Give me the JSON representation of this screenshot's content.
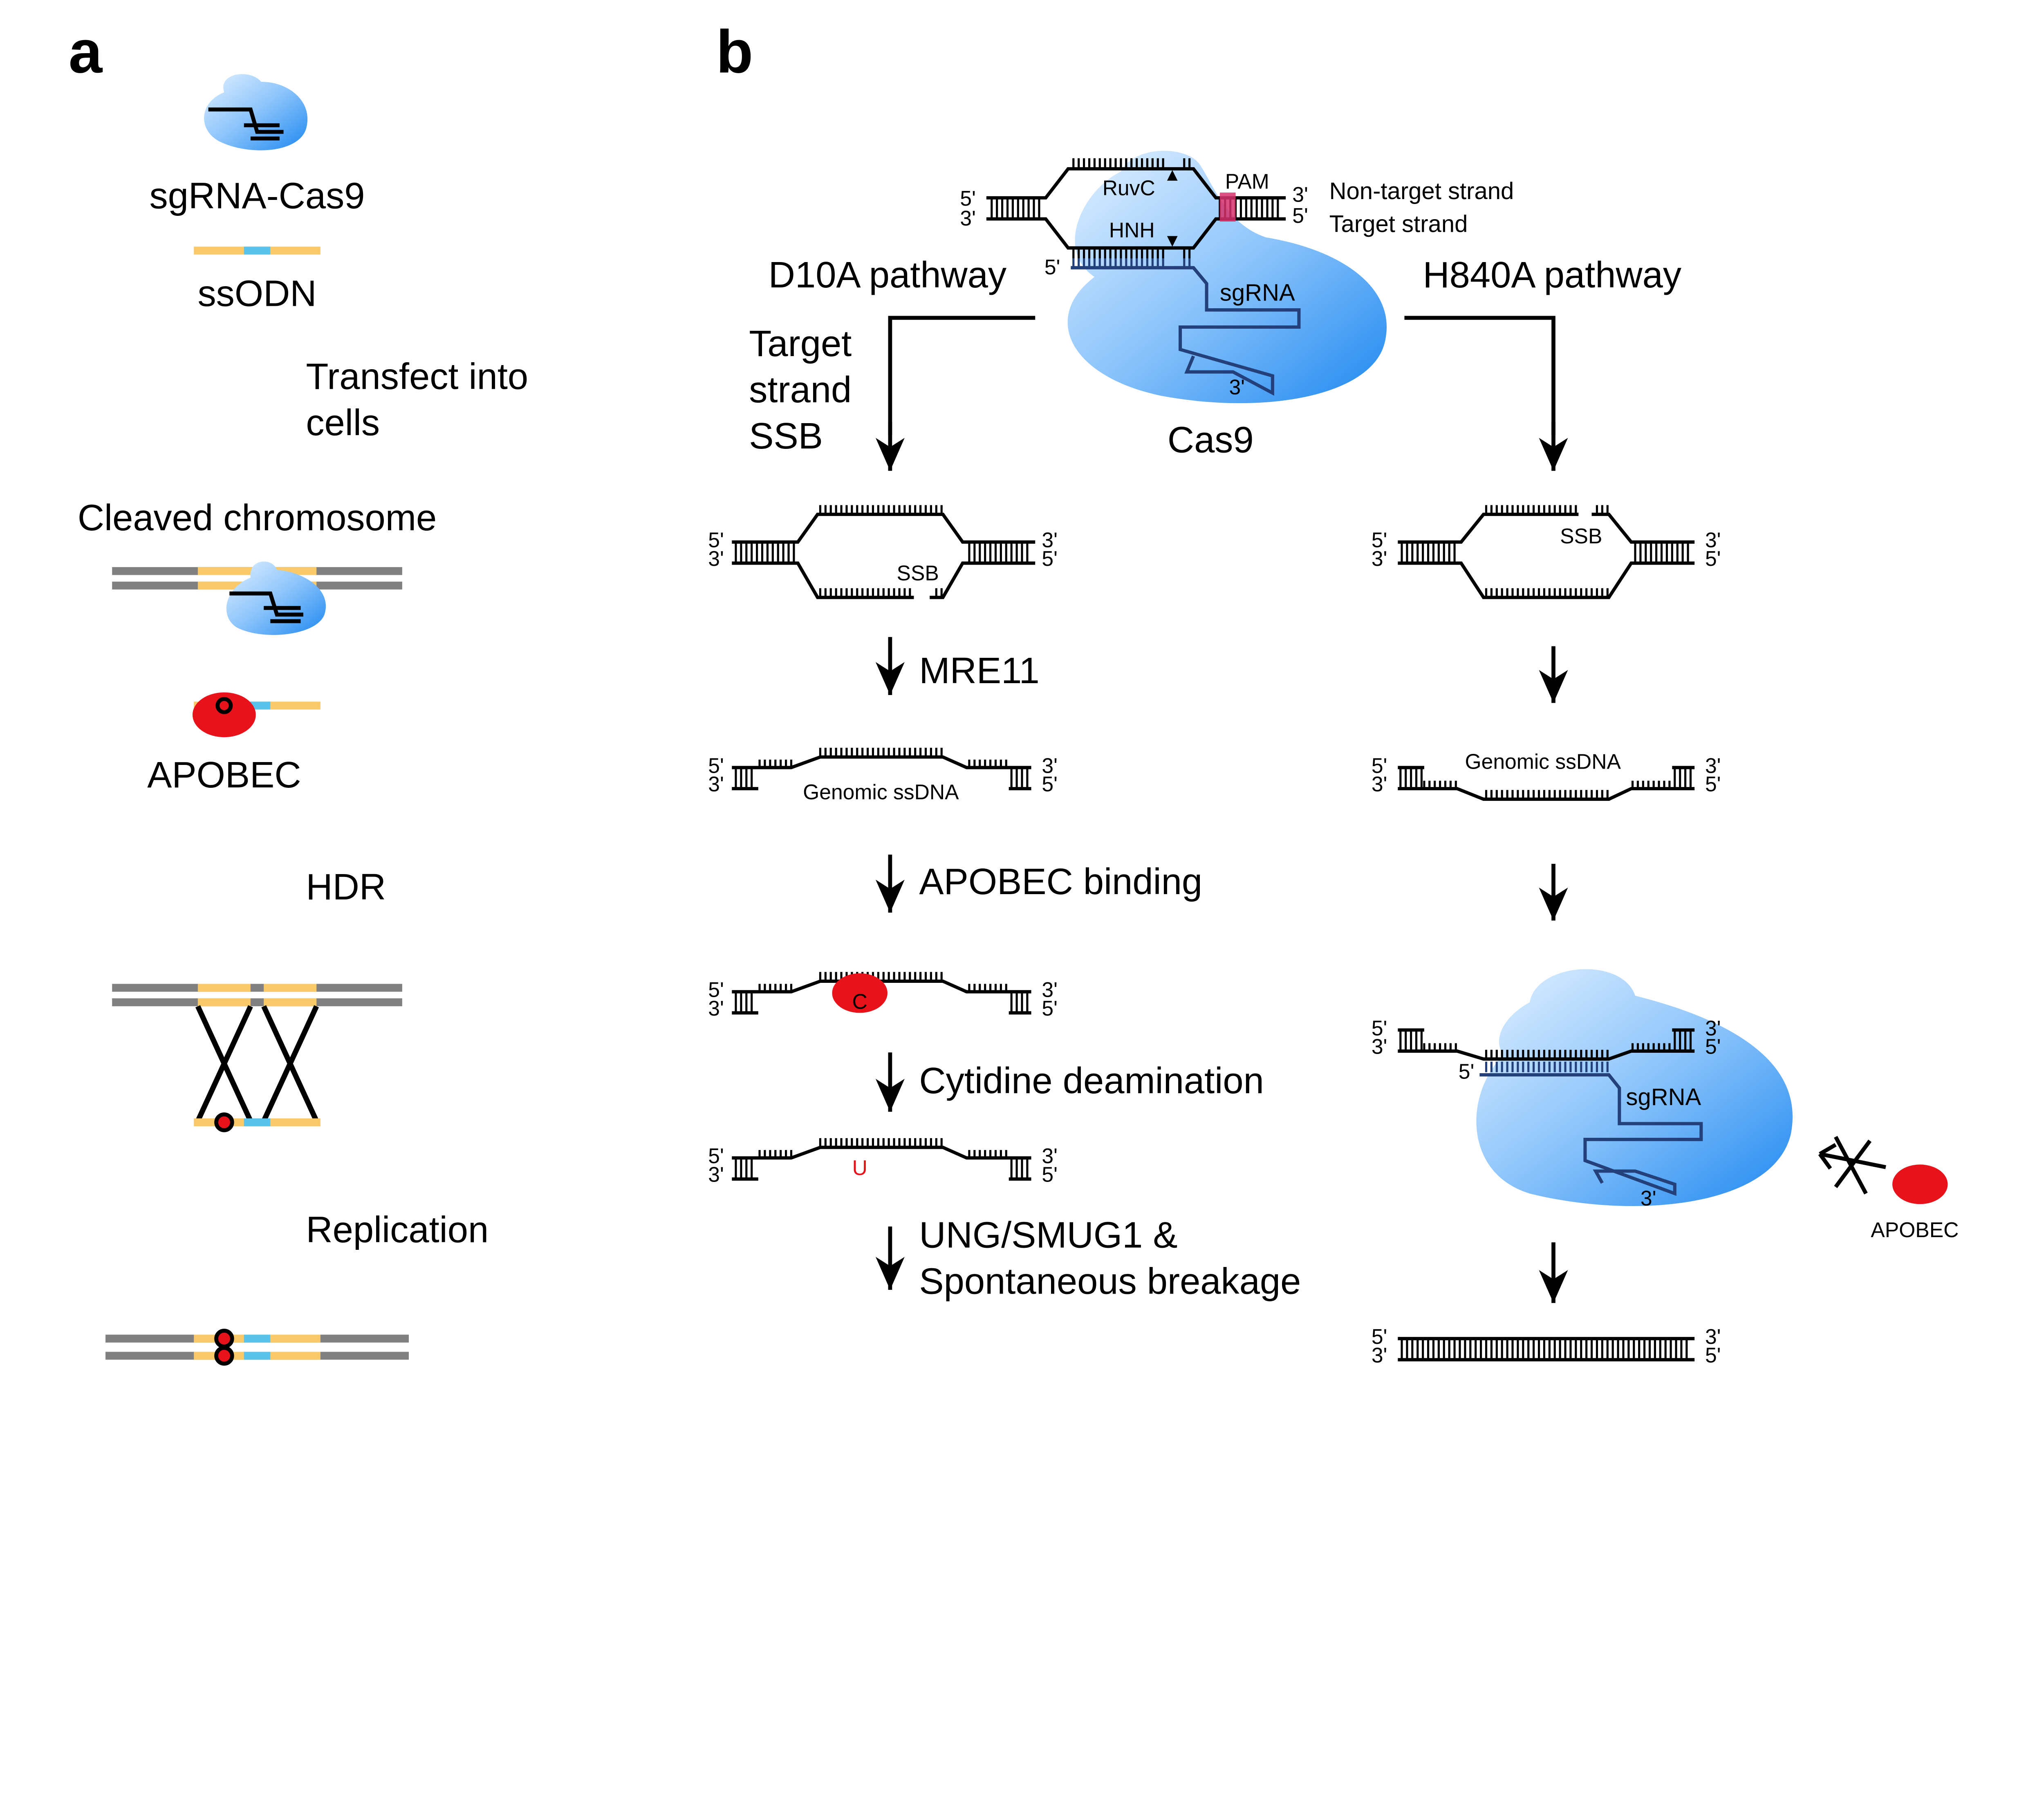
{
  "panel_a": {
    "letter": "a",
    "sgrna_cas9": "sgRNA-Cas9",
    "ssodn": "ssODN",
    "transfect_1": "Transfect into",
    "transfect_2": "cells",
    "cleaved": "Cleaved chromosome",
    "apobec": "APOBEC",
    "hdr": "HDR",
    "replication": "Replication"
  },
  "panel_b": {
    "letter": "b",
    "top": {
      "ruvc": "RuvC",
      "hnh": "HNH",
      "pam": "PAM",
      "five": "5'",
      "three": "3'",
      "non_target": "Non-target strand",
      "target": "Target strand",
      "sgrna": "sgRNA",
      "cas9": "Cas9"
    },
    "d10a": {
      "title": "D10A pathway",
      "ssb_1": "Target",
      "ssb_2": "strand",
      "ssb_3": "SSB",
      "ssb_label": "SSB",
      "mre11": "MRE11",
      "genomic_ssdna": "Genomic ssDNA",
      "apobec_binding": "APOBEC binding",
      "c_label": "C",
      "deamination": "Cytidine deamination",
      "u_label": "U",
      "ung_1": "UNG/SMUG1 &",
      "ung_2": "Spontaneous breakage"
    },
    "h840a": {
      "title": "H840A pathway",
      "ssb_label": "SSB",
      "genomic_ssdna": "Genomic ssDNA",
      "sgrna": "sgRNA",
      "apobec": "APOBEC"
    }
  },
  "colors": {
    "ssodn_yellow": "#F9C96A",
    "ssodn_blue": "#5BC3E9",
    "chromosome_grey": "#808080",
    "apobec_red": "#E8131A",
    "cas9_blue": "#1E88F0",
    "pam_magenta": "#D6336C",
    "sgrna_navy": "#23407A"
  }
}
